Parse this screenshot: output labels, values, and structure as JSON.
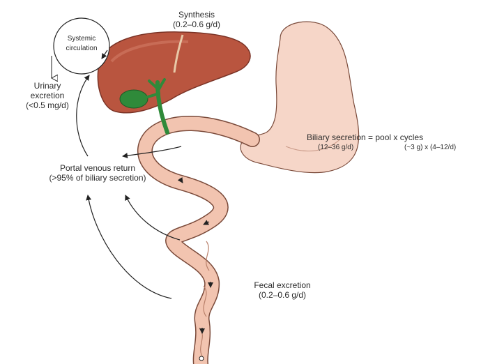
{
  "labels": {
    "synthesis_title": "Synthesis",
    "synthesis_rate": "(0.2–0.6 g/d)",
    "systemic_line1": "Systemic",
    "systemic_line2": "circulation",
    "urinary_line1": "Urinary",
    "urinary_line2": "excretion",
    "urinary_rate": "(<0.5 mg/d)",
    "biliary_equation": "Biliary secretion = pool x cycles",
    "biliary_rate": "(12–36 g/d)",
    "pool_cycles": "(~3 g) x (4–12/d)",
    "portal_line1": "Portal venous return",
    "portal_line2": "(>95% of biliary secretion)",
    "fecal_title": "Fecal excretion",
    "fecal_rate": "(0.2–0.6 g/d)"
  },
  "colors": {
    "liver": "#b9553f",
    "gallbladder": "#2f8a3a",
    "intestine": "#f2c4b0",
    "outline": "#7a4a3a",
    "arrow": "#222222"
  }
}
